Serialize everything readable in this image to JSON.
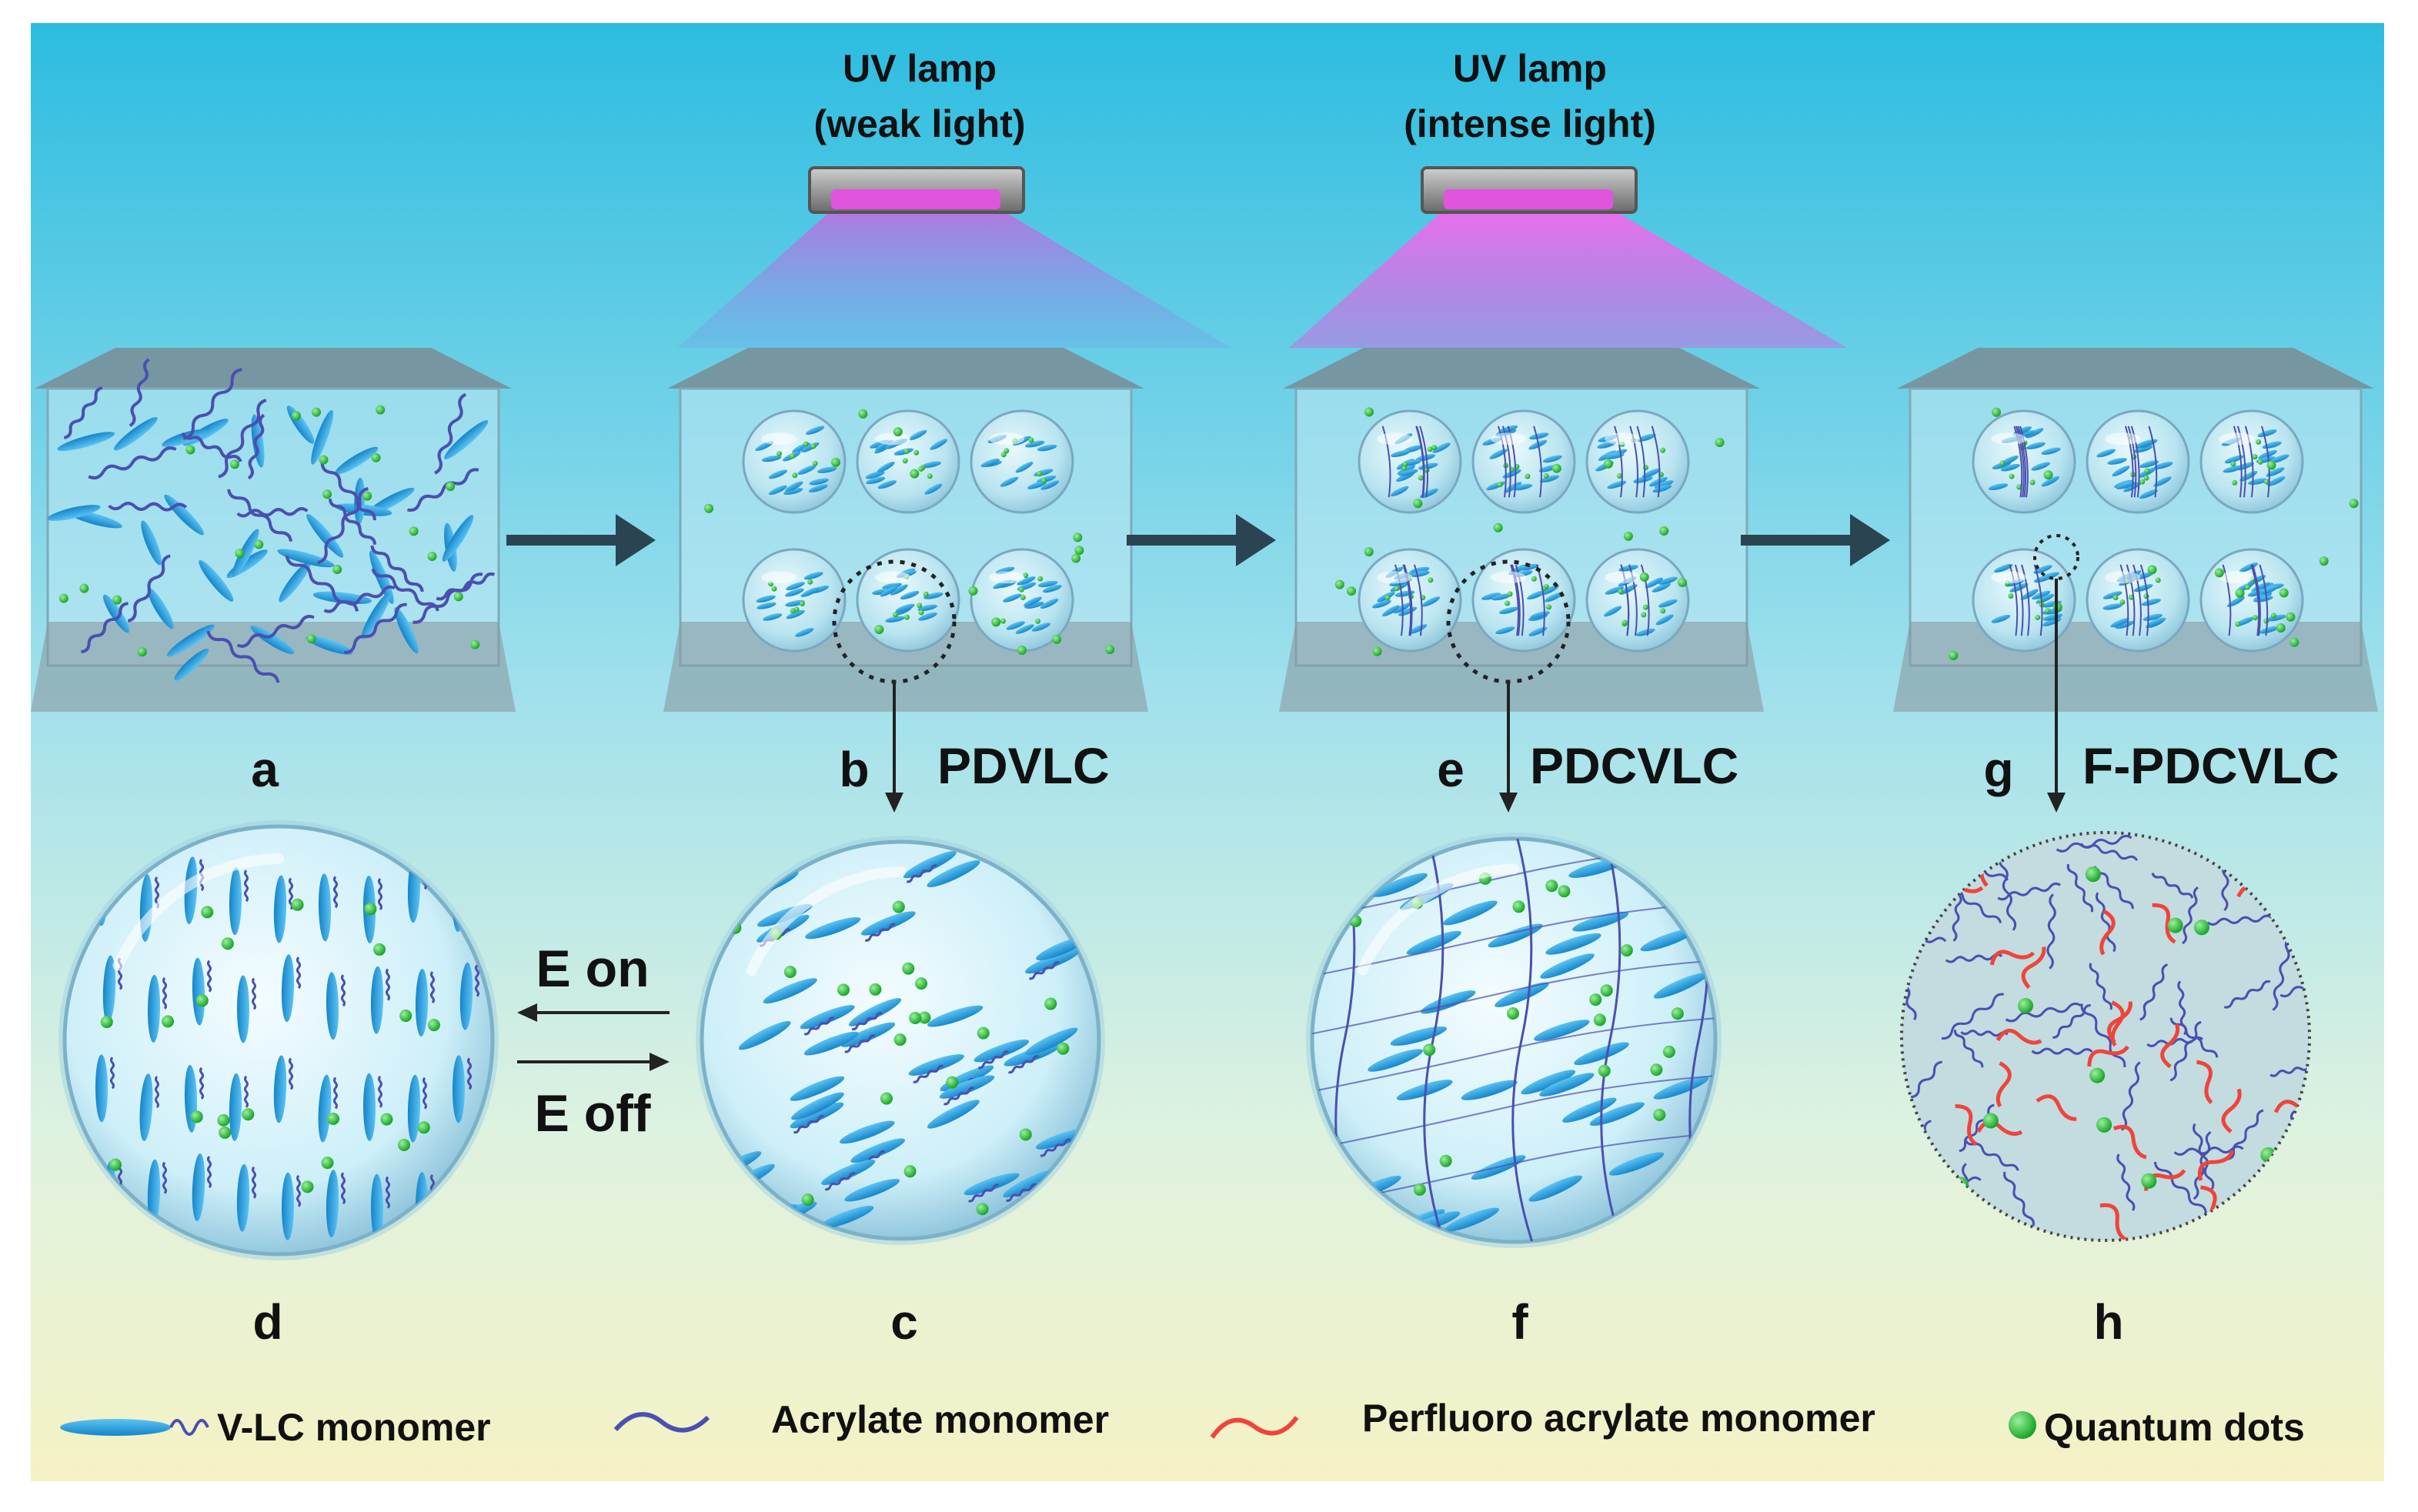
{
  "lamps": [
    {
      "line1": "UV lamp",
      "line2": "(weak light)"
    },
    {
      "line1": "UV lamp",
      "line2": "(intense light)"
    }
  ],
  "panel_letters": [
    "a",
    "b",
    "e",
    "g",
    "d",
    "c",
    "f",
    "h"
  ],
  "stage_labels": [
    "PDVLC",
    "PDCVLC",
    "F-PDCVLC"
  ],
  "field_labels": {
    "on": "E on",
    "off": "E off"
  },
  "legend": [
    {
      "label": "V-LC monomer",
      "icon": "lc-monomer-icon"
    },
    {
      "label": "Acrylate monomer",
      "icon": "acrylate-chain-icon"
    },
    {
      "label": "Perfluoro acrylate monomer",
      "icon": "perfluoro-chain-icon"
    },
    {
      "label": "Quantum dots",
      "icon": "quantum-dot-icon"
    }
  ],
  "colors": {
    "lc_monomer": "#2a9ad8",
    "acrylate": "#4b4fb0",
    "perfluoro": "#f0443a",
    "quantum_dot": "#22c532",
    "uv_light": "#e070e0",
    "background_top": "#29bde0",
    "background_bottom": "#f6f2c4"
  }
}
